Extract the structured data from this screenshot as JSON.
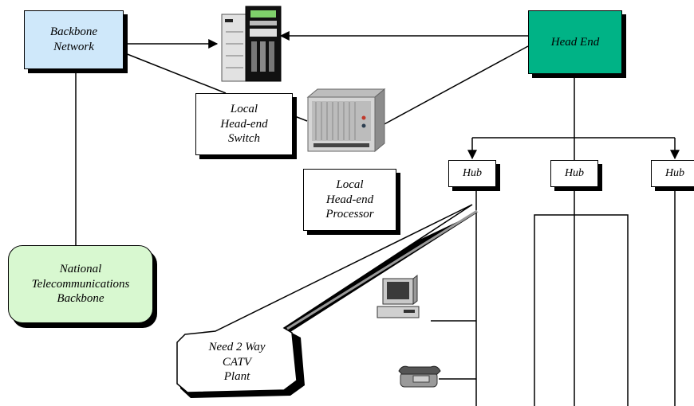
{
  "labels": {
    "backbone_network": "Backbone\nNetwork",
    "head_end": "Head End",
    "local_switch": "Local\nHead-end\nSwitch",
    "local_processor": "Local\nHead-end\nProcessor",
    "hub_1": "Hub",
    "hub_2": "Hub",
    "hub_3": "Hub",
    "national_backbone": "National\nTelecommunications\nBackbone",
    "callout": "Need 2 Way\nCATV\nPlant"
  },
  "icons": [
    "server-tower-icon",
    "rack-chassis-icon",
    "desktop-computer-icon",
    "telephone-icon"
  ],
  "colors": {
    "backbone_fill": "#cfe8fa",
    "head_end_fill": "#00b386",
    "national_fill": "#d8f8d0",
    "line": "#000000"
  }
}
